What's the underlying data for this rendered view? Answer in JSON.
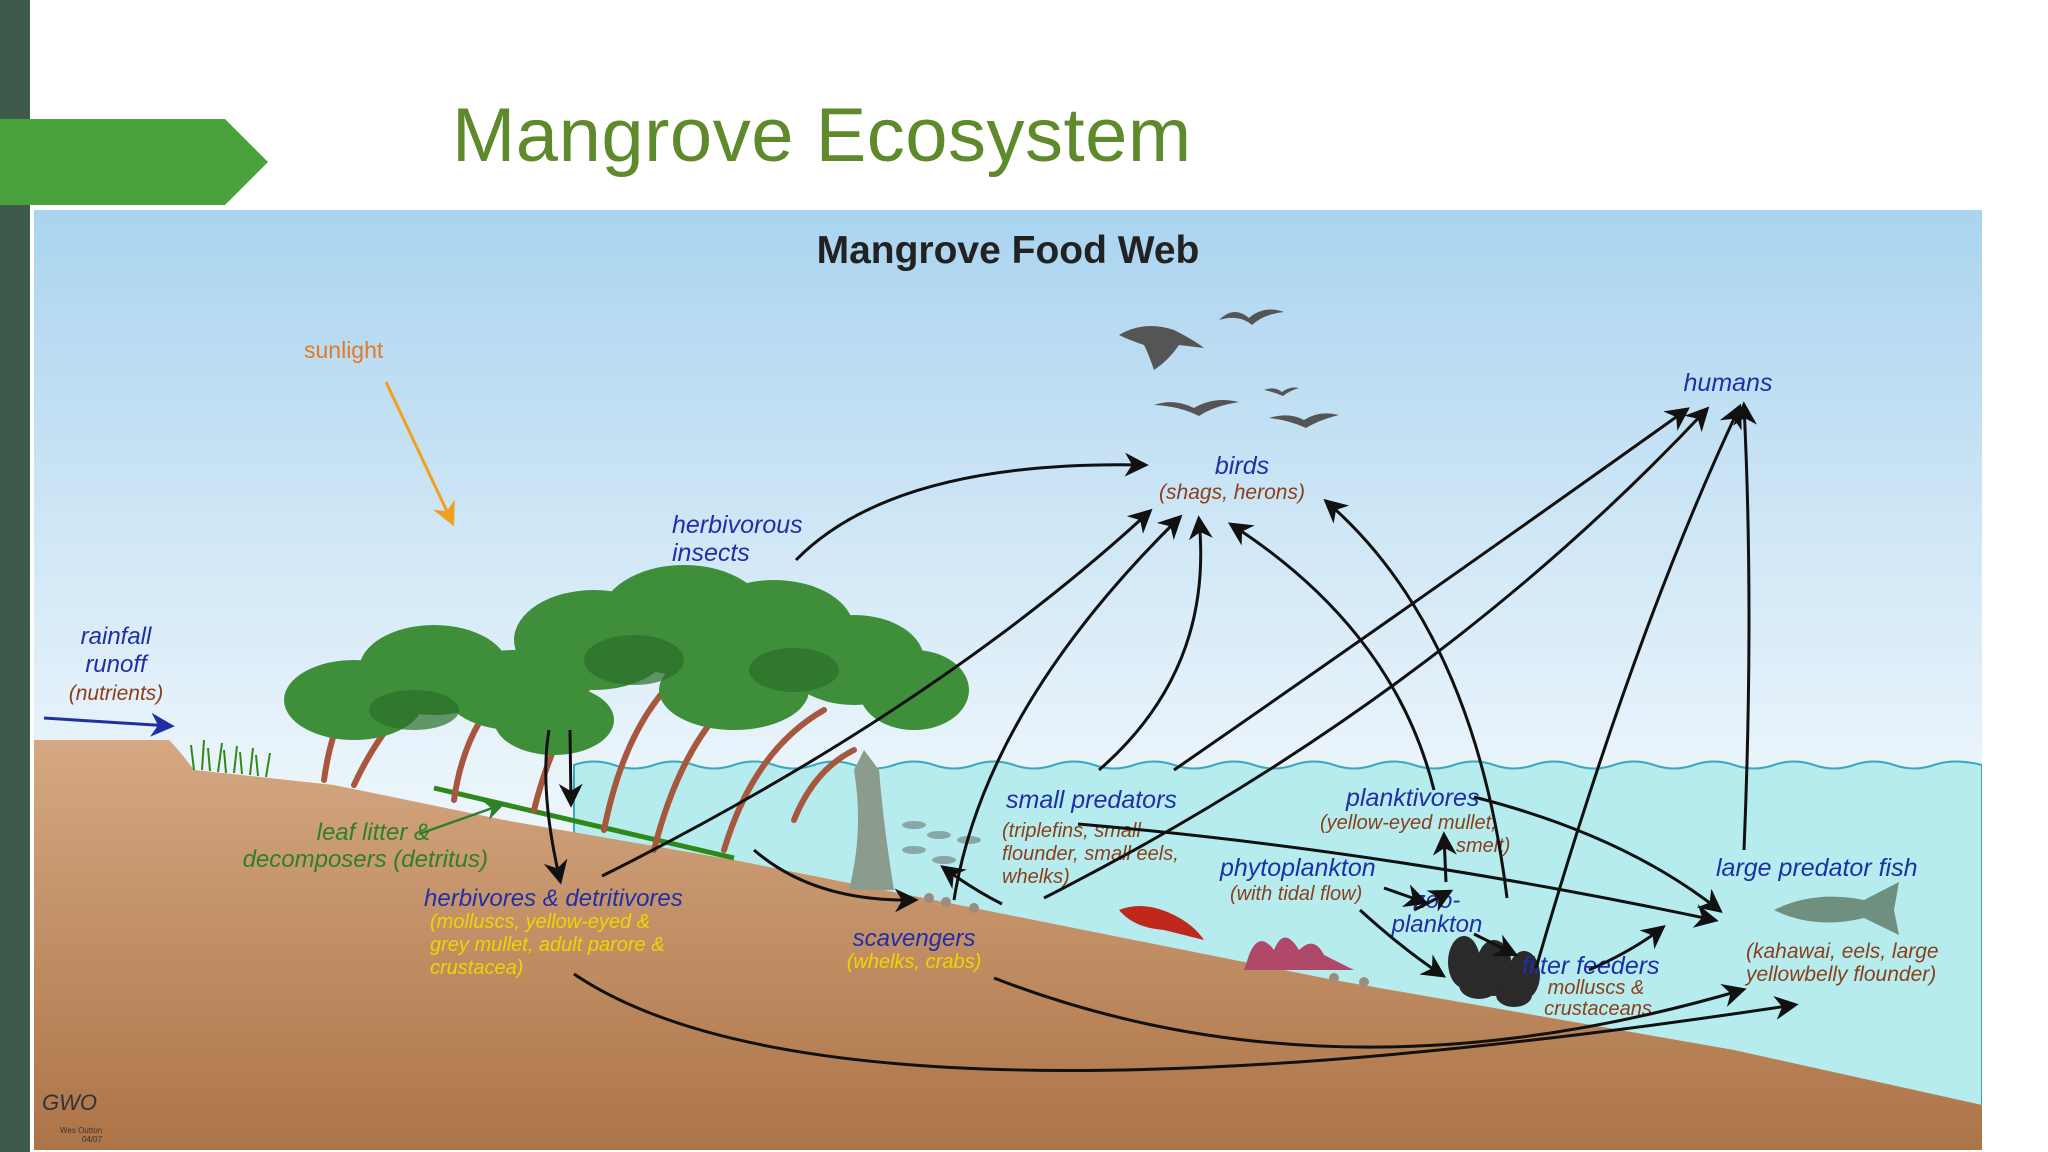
{
  "slide": {
    "title": "Mangrove Ecosystem",
    "colors": {
      "sidebar": "#3e5a4b",
      "accent": "#4aa23c",
      "title": "#5f8a2b"
    }
  },
  "diagram": {
    "title": "Mangrove Food Web",
    "labels": {
      "sunlight": "sunlight",
      "rainfall_1": "rainfall",
      "rainfall_2": "runoff",
      "rainfall_3": "(nutrients)",
      "insects_1": "herbivorous",
      "insects_2": "insects",
      "birds": "birds",
      "birds_sub": "(shags, herons)",
      "humans": "humans",
      "litter_1": "leaf litter &",
      "litter_2": "decomposers (detritus)",
      "herb": "herbivores & detritivores",
      "herb_sub1": "(molluscs, yellow-eyed &",
      "herb_sub2": "grey mullet, adult parore &",
      "herb_sub3": "crustacea)",
      "small": "small predators",
      "small_sub1": "(triplefins, small",
      "small_sub2": "flounder, small eels,",
      "small_sub3": "whelks)",
      "plank": "planktivores",
      "plank_sub1": "(yellow-eyed mullet,",
      "plank_sub2": "smelt)",
      "phyto": "phytoplankton",
      "phyto_sub": "(with tidal flow)",
      "zoo_1": "zoo-",
      "zoo_2": "plankton",
      "scav": "scavengers",
      "scav_sub": "(whelks, crabs)",
      "filter": "filter feeders",
      "filter_sub1": "molluscs &",
      "filter_sub2": "crustaceans",
      "large": "large predator fish",
      "large_sub1": "(kahawai, eels, large",
      "large_sub2": "yellowbelly flounder)",
      "credit": "Wes Outton",
      "credit_date": "04/07"
    }
  }
}
